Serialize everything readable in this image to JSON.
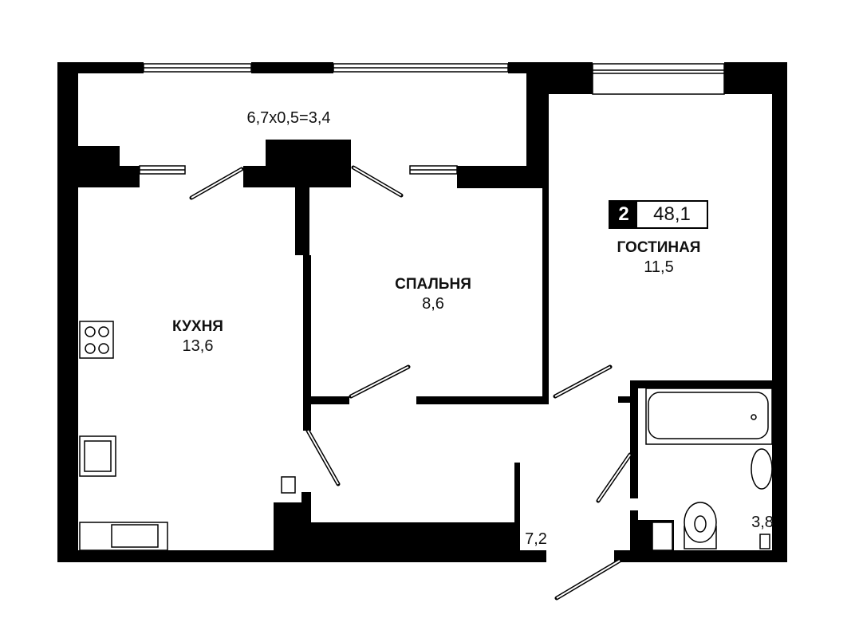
{
  "plan": {
    "rooms_count": "2",
    "total_area": "48,1",
    "balcony": {
      "label": "6,7x0,5=3,4"
    },
    "kitchen": {
      "name": "КУХНЯ",
      "area": "13,6"
    },
    "bedroom": {
      "name": "СПАЛЬНЯ",
      "area": "8,6"
    },
    "living": {
      "name": "ГОСТИНАЯ",
      "area": "11,5"
    },
    "hall": {
      "area": "7,2"
    },
    "bathroom": {
      "area": "3,8"
    }
  },
  "colors": {
    "wall": "#000000",
    "background": "#ffffff"
  }
}
